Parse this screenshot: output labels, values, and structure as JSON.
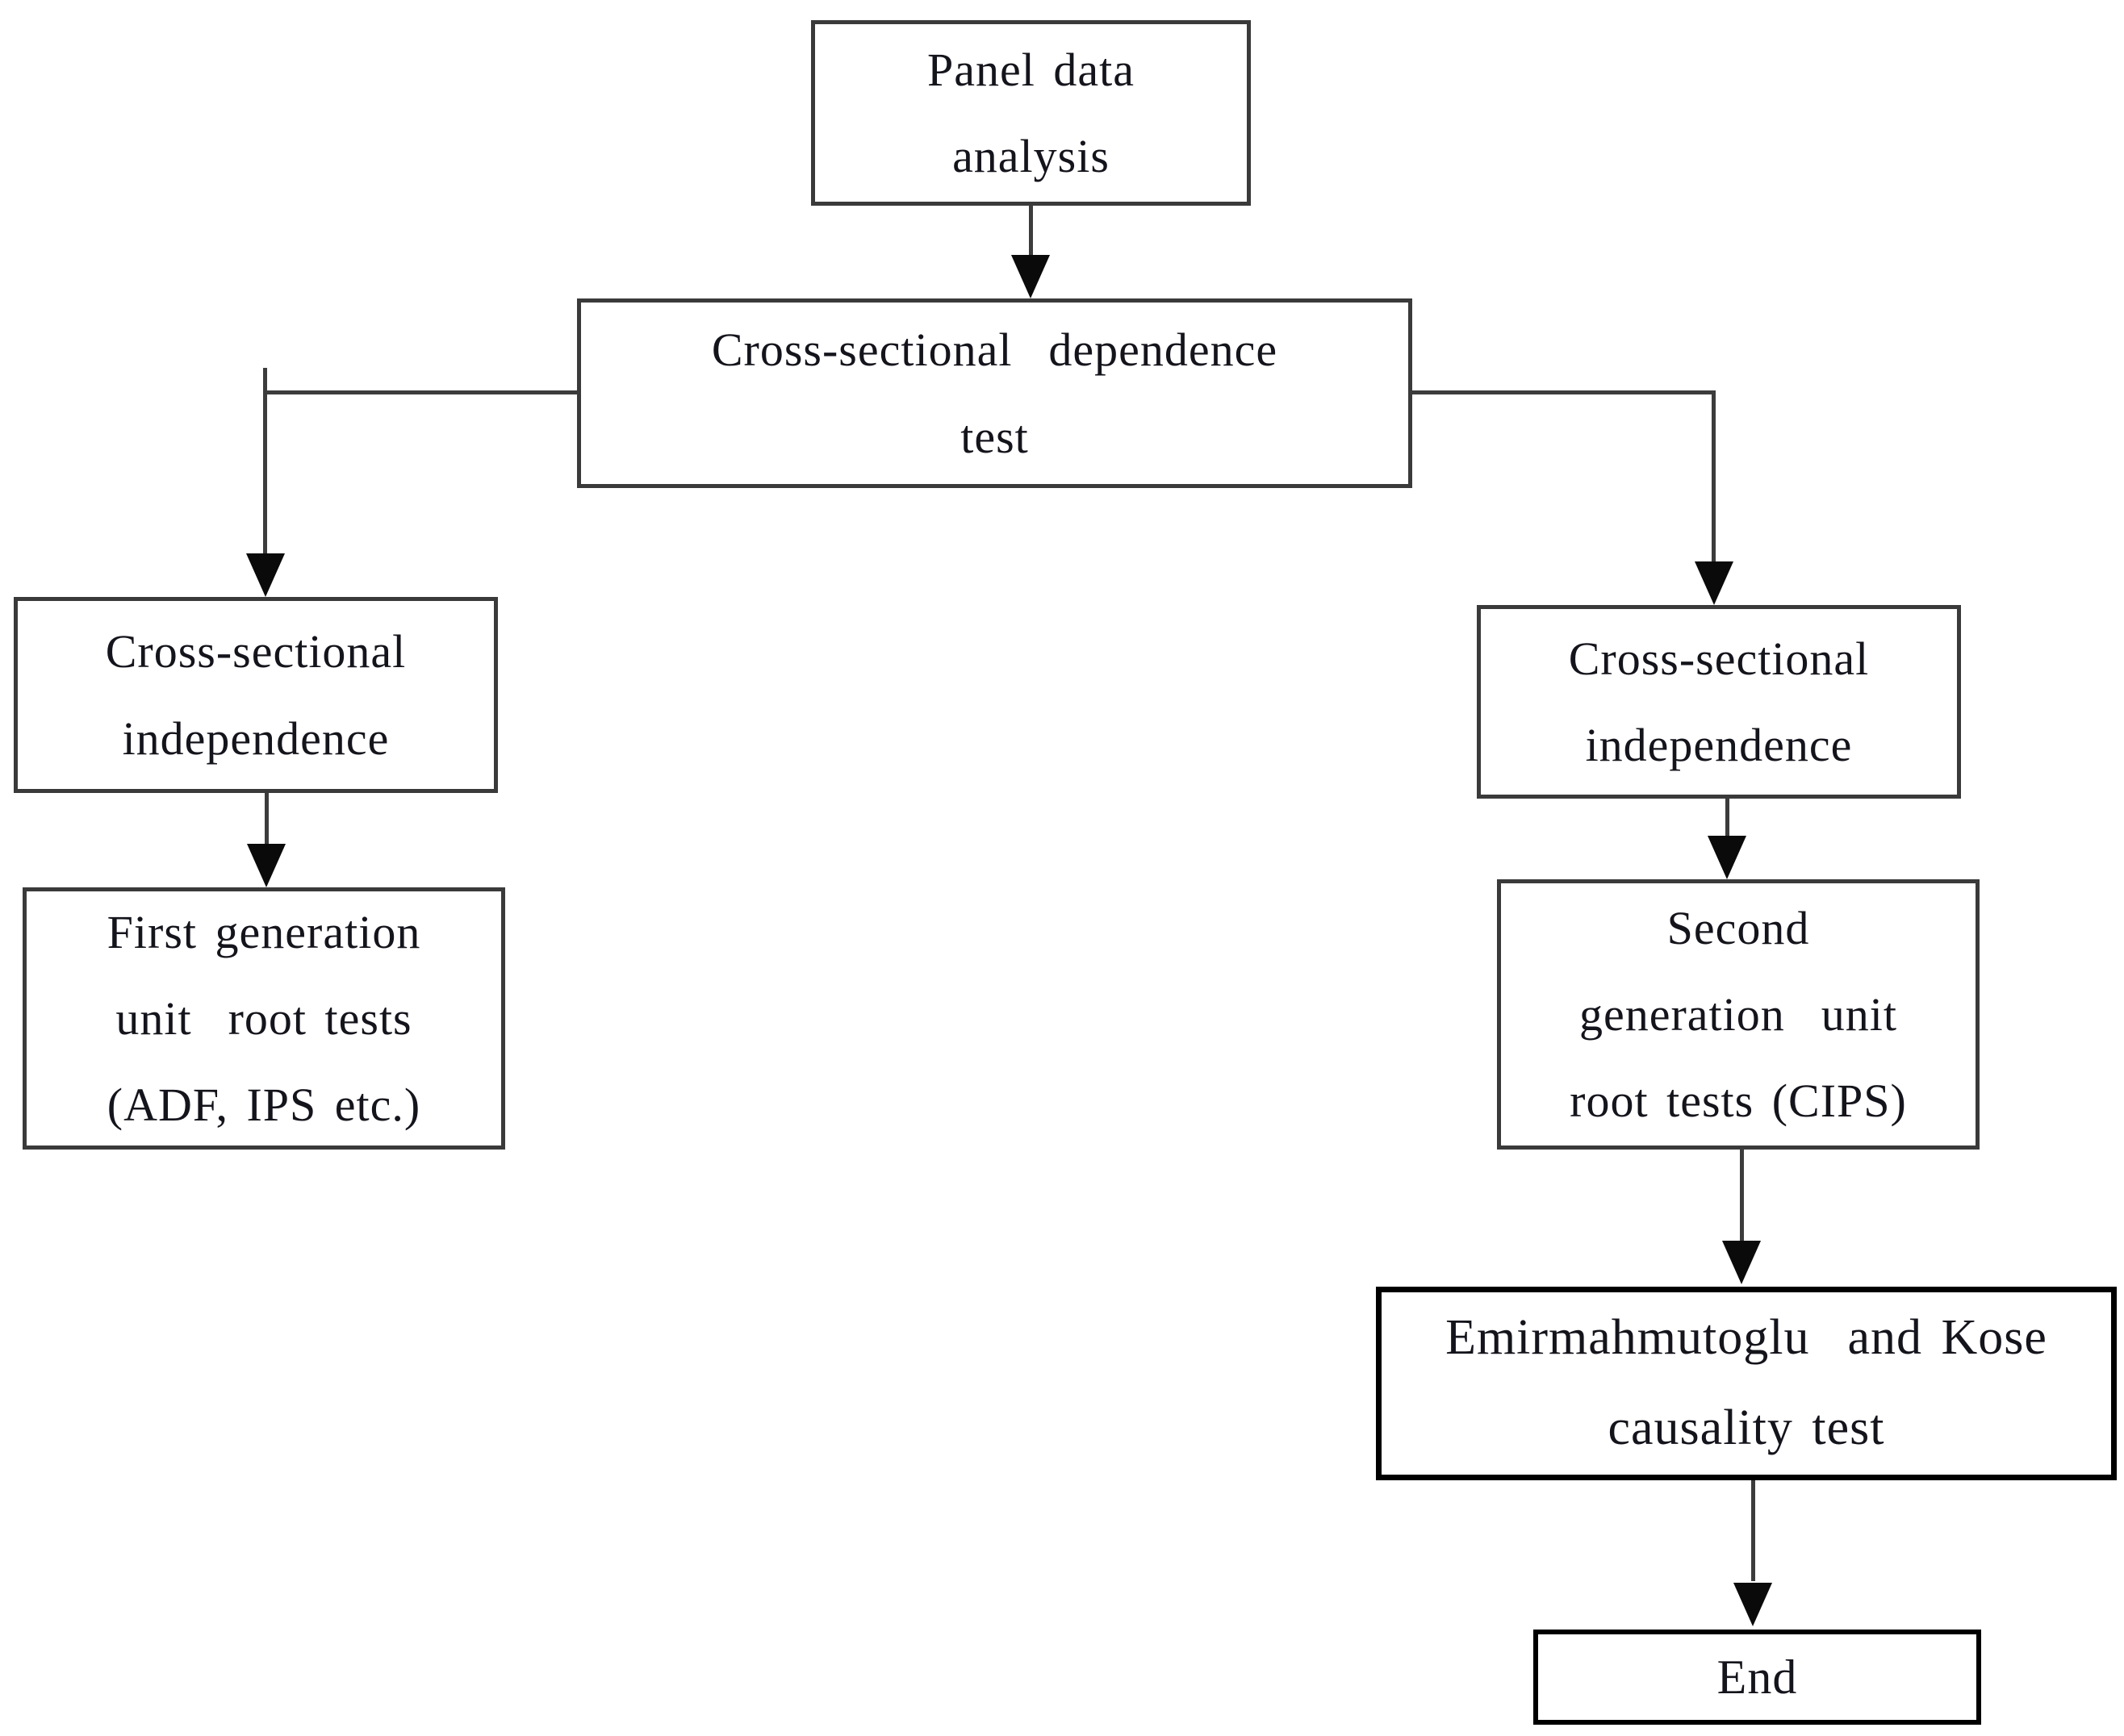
{
  "diagram": {
    "type": "flowchart",
    "background_color": "#ffffff",
    "box_border_color": "#3a3a3a",
    "emphasis_border_color": "#000000",
    "connector_color": "#3c3c3c",
    "arrowhead_color": "#0a0a0a",
    "text_color": "#14141c",
    "nodes": {
      "panel": {
        "label": "Panel data\nanalysis"
      },
      "csd": {
        "label": "Cross-sectional  dependence\ntest"
      },
      "csi_left": {
        "label": "Cross-sectional\nindependence"
      },
      "first_gen": {
        "label": "First generation\nunit  root tests\n(ADF, IPS etc.)"
      },
      "csi_right": {
        "label": "Cross-sectional\nindependence"
      },
      "second_gen": {
        "label": "Second\ngeneration  unit\nroot tests (CIPS)"
      },
      "emir": {
        "label": "Emirmahmutoglu  and Kose\ncausality test"
      },
      "end": {
        "label": "End"
      }
    },
    "edges": [
      {
        "from": "panel",
        "to": "csd"
      },
      {
        "from": "csd",
        "to": "csi_left"
      },
      {
        "from": "csd",
        "to": "csi_right"
      },
      {
        "from": "csi_left",
        "to": "first_gen"
      },
      {
        "from": "csi_right",
        "to": "second_gen"
      },
      {
        "from": "second_gen",
        "to": "emir"
      },
      {
        "from": "emir",
        "to": "end"
      }
    ]
  }
}
